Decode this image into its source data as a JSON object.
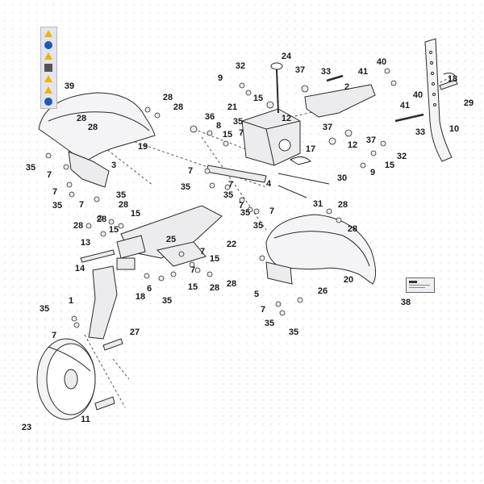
{
  "diagram": {
    "parts": {
      "p1": "1",
      "p2": "2",
      "p3": "3",
      "p4": "4",
      "p5": "5",
      "p6": "6",
      "p7a": "7",
      "p7b": "7",
      "p7c": "7",
      "p7d": "7",
      "p7e": "7",
      "p7f": "7",
      "p7g": "7",
      "p7h": "7",
      "p7i": "7",
      "p7j": "7",
      "p7k": "7",
      "p7l": "7",
      "p8": "8",
      "p9a": "9",
      "p9b": "9",
      "p10": "10",
      "p11": "11",
      "p12a": "12",
      "p12b": "12",
      "p13": "13",
      "p14": "14",
      "p15a": "15",
      "p15b": "15",
      "p15c": "15",
      "p15d": "15",
      "p15e": "15",
      "p15f": "15",
      "p15g": "15",
      "p17": "17",
      "p18a": "18",
      "p18b": "18",
      "p19": "19",
      "p20": "20",
      "p21": "21",
      "p22": "22",
      "p23": "23",
      "p24": "24",
      "p25": "25",
      "p26": "26",
      "p27": "27",
      "p28a": "28",
      "p28b": "28",
      "p28c": "28",
      "p28d": "28",
      "p28e": "28",
      "p28f": "28",
      "p28g": "28",
      "p28h": "28",
      "p28i": "28",
      "p28j": "28",
      "p28k": "28",
      "p29": "29",
      "p30": "30",
      "p31": "31",
      "p32a": "32",
      "p32b": "32",
      "p33a": "33",
      "p33b": "33",
      "p35a": "35",
      "p35b": "35",
      "p35c": "35",
      "p35d": "35",
      "p35e": "35",
      "p35f": "35",
      "p35g": "35",
      "p35h": "35",
      "p35i": "35",
      "p35j": "35",
      "p35k": "35",
      "p35l": "35",
      "p36": "36",
      "p37a": "37",
      "p37b": "37",
      "p37c": "37",
      "p38": "38",
      "p39": "39",
      "p40a": "40",
      "p40b": "40",
      "p41a": "41",
      "p41b": "41"
    }
  },
  "colors": {
    "line": "#2a2a2a",
    "fender_fill": "#f4f4f6",
    "part_fill": "#ececef",
    "dot_grid": "#c8c8d0",
    "decal_yellow": "#f0b400",
    "decal_blue": "#1e5bb0"
  },
  "icons": [
    "warning-triangle-icon",
    "info-circle-icon",
    "manual-square-icon"
  ]
}
